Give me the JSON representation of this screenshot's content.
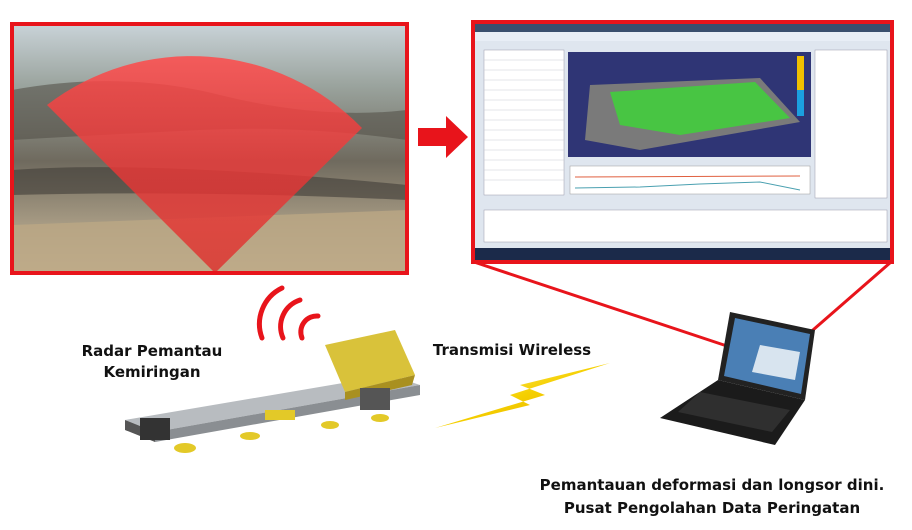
{
  "labels": {
    "radar_line1": "Radar Pemantau",
    "radar_line2": "Kemiringan",
    "wireless": "Transmisi Wireless",
    "center_line1": "Pemantauan deformasi dan longsor dini.",
    "center_line2": "Pusat Pengolahan Data Peringatan"
  },
  "colors": {
    "frame_red": "#e8141b",
    "radar_sector": "#e83a3a",
    "bolt_yellow": "#f5d000",
    "radar_yellow": "#d9c23a",
    "software_bg": "#2f3575",
    "deformation_green": "#3fd23a"
  },
  "icons": [
    "right-arrow-icon",
    "radar-wave-icon",
    "lightning-bolt-icon",
    "laptop-icon",
    "radar-device-icon"
  ]
}
